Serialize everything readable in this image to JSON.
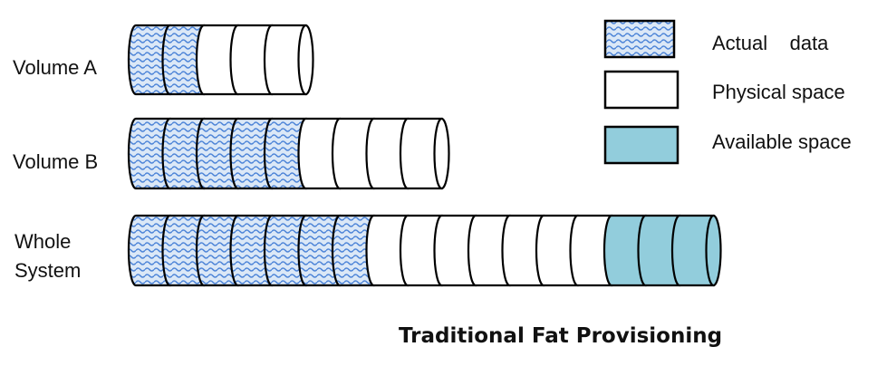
{
  "rows": [
    {
      "name": "volume-a",
      "label_lines": [
        "Volume A"
      ],
      "segments": [
        "data",
        "data",
        "physical",
        "physical",
        "physical"
      ]
    },
    {
      "name": "volume-b",
      "label_lines": [
        "Volume B"
      ],
      "segments": [
        "data",
        "data",
        "data",
        "data",
        "data",
        "physical",
        "physical",
        "physical",
        "physical"
      ]
    },
    {
      "name": "whole-system",
      "label_lines": [
        "Whole",
        "System"
      ],
      "segments": [
        "data",
        "data",
        "data",
        "data",
        "data",
        "data",
        "data",
        "physical",
        "physical",
        "physical",
        "physical",
        "physical",
        "physical",
        "physical",
        "available",
        "available",
        "available"
      ]
    }
  ],
  "legend": [
    {
      "key": "data",
      "label": "Actual    data"
    },
    {
      "key": "physical",
      "label": "Physical space"
    },
    {
      "key": "available",
      "label": "Available space"
    }
  ],
  "title": "Traditional Fat Provisioning",
  "colors": {
    "outline": "#000000",
    "physical_fill": "#ffffff",
    "available_fill": "#92cddc",
    "data_background": "#dbe8f7",
    "data_wave": "#4f86d8"
  }
}
